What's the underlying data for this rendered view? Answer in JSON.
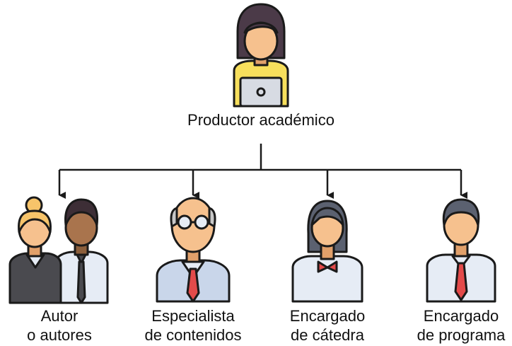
{
  "root": {
    "label": "Productor académico",
    "icon": "woman-laptop-icon"
  },
  "children": [
    {
      "line1": "Autor",
      "line2": "o autores",
      "icon": "authors-pair-icon"
    },
    {
      "line1": "Especialista",
      "line2": "de contenidos",
      "icon": "bald-man-glasses-icon"
    },
    {
      "line1": "Encargado",
      "line2": "de cátedra",
      "icon": "woman-bow-tie-icon"
    },
    {
      "line1": "Encargado",
      "line2": "de programa",
      "icon": "man-necktie-icon"
    }
  ],
  "colors": {
    "outline": "#1a1a1a",
    "skin": "#f6c18e",
    "skin_dark": "#e1a06a",
    "hair_dark": "#4b3a48",
    "hair_gray": "#5b6170",
    "shirt_yellow": "#f7df5c",
    "shirt_white": "#e6ecf5",
    "shirt_blue": "#c9d6ea",
    "tie_red": "#e34a4a",
    "jacket": "#4a4a4f"
  }
}
